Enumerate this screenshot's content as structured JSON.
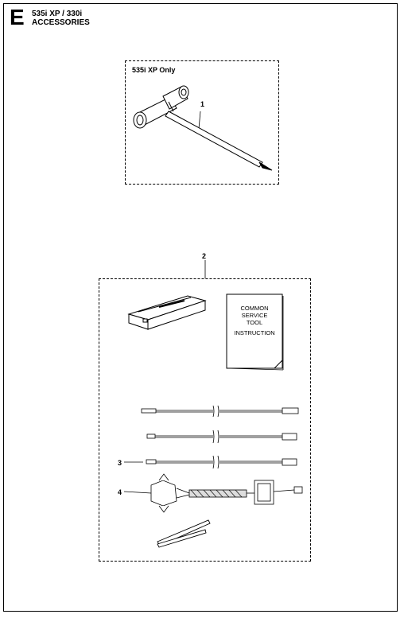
{
  "header": {
    "section_letter": "E",
    "model_line": "535i XP / 330i",
    "category": "ACCESSORIES"
  },
  "group1": {
    "label": "535i XP Only",
    "callout": "1"
  },
  "group2": {
    "callout": "2",
    "manual_lines": [
      "COMMON",
      "SERVICE",
      "TOOL",
      "INSTRUCTION"
    ]
  },
  "callouts": {
    "cable": "3",
    "clip_cable": "4"
  }
}
